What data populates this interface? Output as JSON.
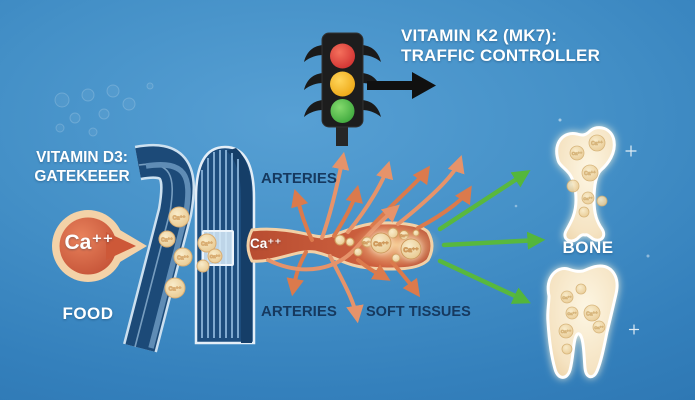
{
  "title": {
    "line1": "VITAMIN K2 (MK7):",
    "line2": "TRAFFIC CONTROLLER"
  },
  "gatekeeper": {
    "line1": "VITAMIN D3:",
    "line2": "GATEKEEER"
  },
  "labels": {
    "food": "FOOD",
    "arteries_top": "ARTERIES",
    "arteries_bottom": "ARTERIES",
    "soft_tissues": "SOFT TISSUES",
    "bone": "BONE"
  },
  "symbols": {
    "ca_ion": "Ca⁺⁺",
    "ca_particle": "Ca⁺⁺"
  },
  "icons": {
    "traffic_light": "traffic-light-icon",
    "direction_arrow": "black-right-arrow-icon",
    "cell_wall": "intestinal-wall-icon",
    "gate": "gatekeeper-gate-icon",
    "food_drop": "calcium-drop-icon",
    "artery": "artery-vessel-icon",
    "orange_arrows": "orange-branch-arrow-icon",
    "green_arrows": "green-direction-arrow-icon",
    "bone": "bone-icon",
    "tooth": "tooth-icon",
    "sparkles": "sparkle-icon",
    "bubbles": "bubble-icon"
  },
  "colors": {
    "background": "#4490c7",
    "wall_navy": "#1c4a78",
    "gate_bars": "#7fa9cf",
    "traffic_red": "#e23b3b",
    "traffic_amber": "#f2b32c",
    "traffic_green": "#4fbf49",
    "artery_fill": "#c05538",
    "artery_border": "#f2d0a6",
    "orange_arrow": "#db7a4c",
    "green_arrow": "#58ba37",
    "label_navy": "#16395f",
    "label_white": "#ffffff",
    "calcium_tan": "#eed7a8"
  }
}
